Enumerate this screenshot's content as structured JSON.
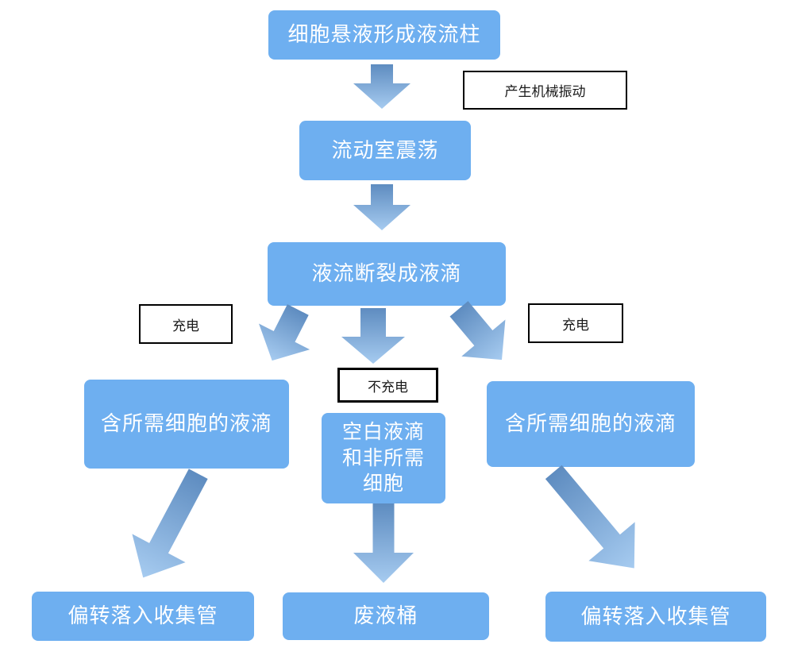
{
  "nodes": {
    "top": {
      "label": "细胞悬液形成液流柱"
    },
    "vibrate": {
      "label": "流动室震荡"
    },
    "break": {
      "label": "液流断裂成液滴"
    },
    "left_droplet": {
      "label": "含所需细胞的液滴"
    },
    "center_droplet": {
      "label": "空白液滴\n和非所需\n细胞"
    },
    "right_droplet": {
      "label": "含所需细胞的液滴"
    },
    "bottom_left": {
      "label": "偏转落入收集管"
    },
    "waste": {
      "label": "废液桶"
    },
    "bottom_right": {
      "label": "偏转落入收集管"
    }
  },
  "annotations": {
    "mechanical_vibration": "产生机械振动",
    "charge_left": "充电",
    "charge_right": "充电",
    "no_charge": "不充电"
  },
  "colors": {
    "background": "#ffffff",
    "node_fill": "#6EAFF0",
    "node_text": "#ffffff",
    "arrow_start": "#5E8CC0",
    "arrow_end": "#A6CBF0",
    "annotation_border": "#000000",
    "annotation_text": "#1a1a1a"
  }
}
